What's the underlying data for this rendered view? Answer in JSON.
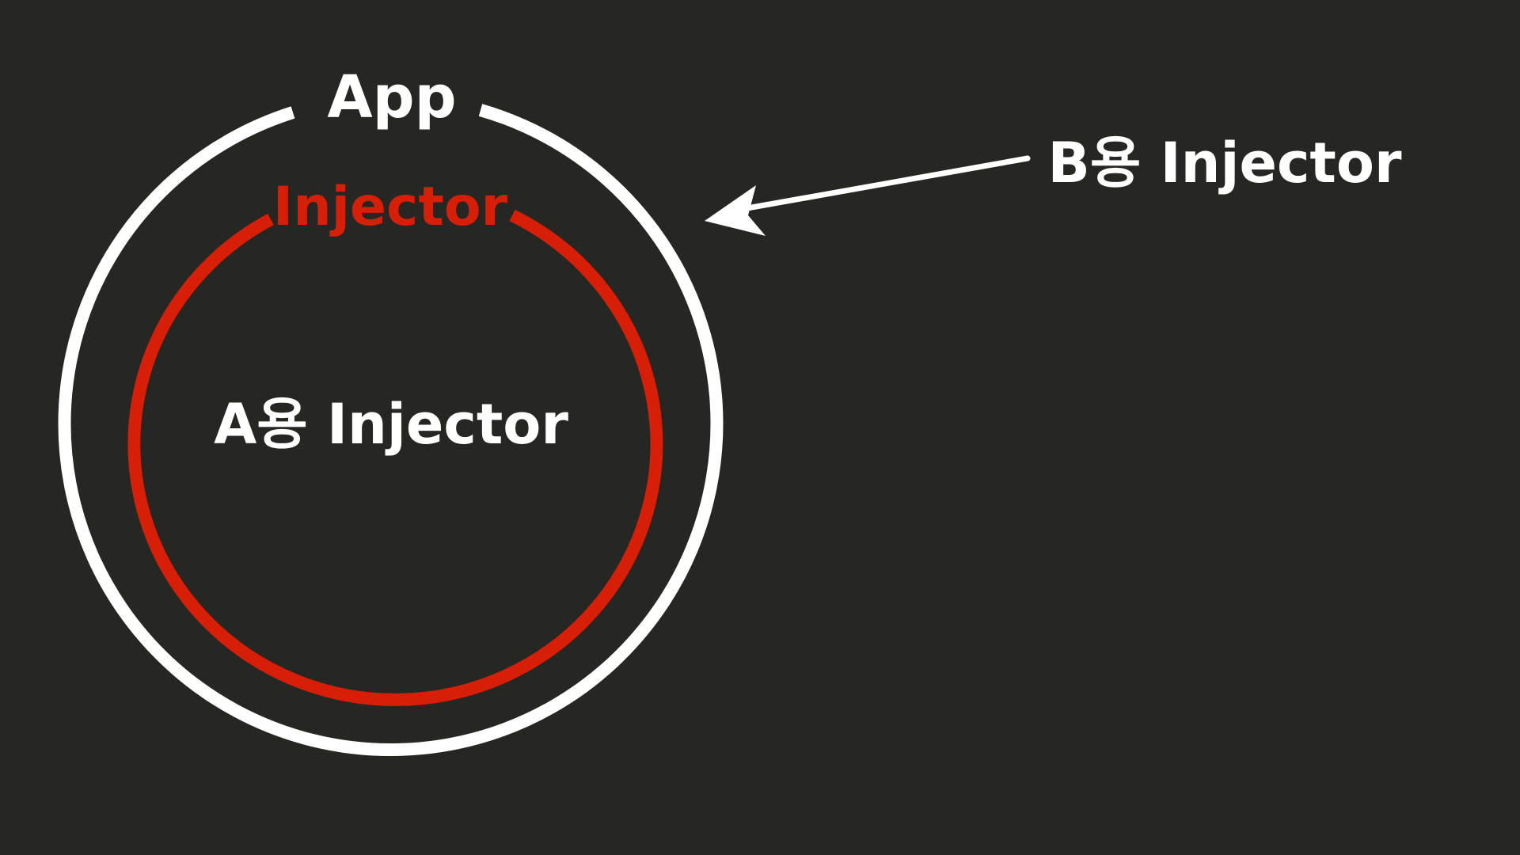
{
  "diagram": {
    "outer_label": "App",
    "inner_label": "Injector",
    "center_label": "A용 Injector",
    "external_label": "B용 Injector"
  },
  "colors": {
    "background": "#262623",
    "outer_ring": "#ffffff",
    "inner_ring": "#d61e08",
    "text": "#ffffff",
    "inner_label": "#d61e08",
    "arrow": "#ffffff"
  }
}
